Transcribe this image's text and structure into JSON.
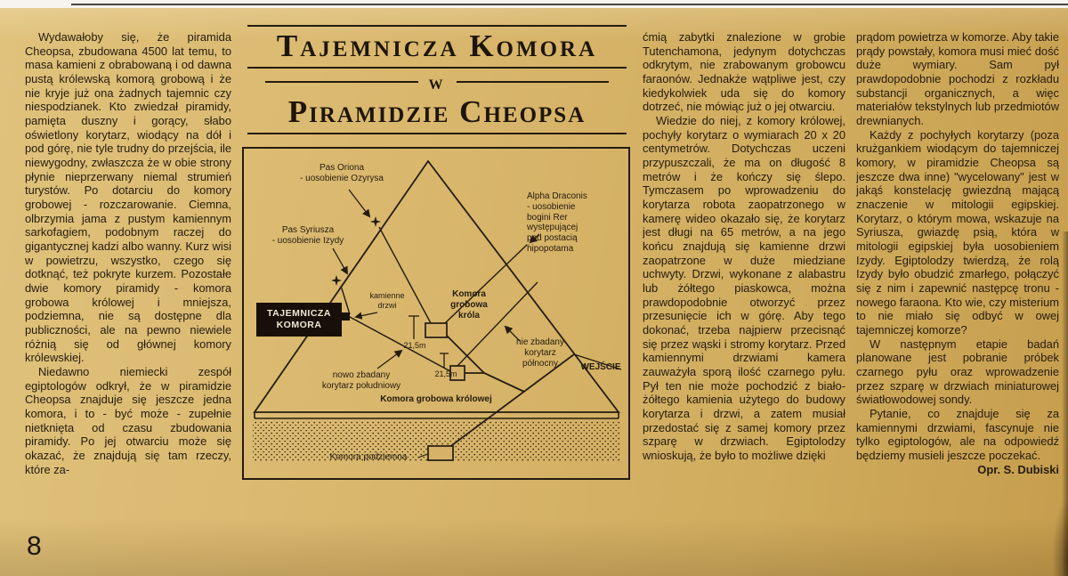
{
  "page": {
    "number": "8"
  },
  "title": {
    "line1": "Tajemnicza Komora",
    "line2": "w",
    "line3": "Piramidzie Cheopsa"
  },
  "article": {
    "col1": [
      "Wydawałoby się, że piramida Cheopsa, zbudowana 4500 lat temu, to masa kamieni z obrabowaną i od dawna pustą królewską komorą grobową i że nie kryje już ona żadnych tajemnic czy niespodzianek. Kto zwiedzał piramidy, pamięta duszny i gorący, słabo oświetlony korytarz, wiodący na dół i pod górę, nie tyle trudny do przejścia, ile niewygodny, zwłaszcza że w obie strony płynie nieprzerwany niemal strumień turystów. Po dotarciu do komory grobowej - rozczarowanie. Ciemna, olbrzymia jama z pustym kamiennym sarkofagiem, podobnym raczej do gigantycznej kadzi albo wanny. Kurz wisi w powietrzu, wszystko, czego się dotknąć, też pokryte kurzem. Pozostałe dwie komory piramidy - komora grobowa królowej i mniejsza, podziemna, nie są dostępne dla publiczności, ale na pewno niewiele różnią się od głównej komory królewskiej.",
      "Niedawno niemiecki zespół egiptologów odkrył, że w piramidzie Cheopsa znajduje się jeszcze jedna komora, i to - być może - zupełnie nietknięta od czasu zbudowania piramidy. Po jej otwarciu może się okazać, że znajdują się tam rzeczy, które za-"
    ],
    "col3": [
      "ćmią zabytki znalezione w grobie Tutenchamona, jedynym dotychczas odkrytym, nie zrabowanym grobowcu faraonów. Jednakże wątpliwe jest, czy kiedykolwiek uda się do komory dotrzeć, nie mówiąc już o jej otwarciu.",
      "Wiedzie do niej, z komory królowej, pochyły korytarz o wymiarach 20 x 20 centymetrów. Dotychczas uczeni przypuszczali, że ma on długość 8 metrów i że kończy się ślepo. Tymczasem po wprowadzeniu do korytarza robota zaopatrzonego w kamerę wideo okazało się, że korytarz jest długi na 65 metrów, a na jego końcu znajdują się kamienne drzwi zaopatrzone w duże miedziane uchwyty. Drzwi, wykonane z alabastru lub żółtego piaskowca, można prawdopodobnie otworzyć przez przesunięcie ich w górę. Aby tego dokonać, trzeba najpierw przecisnąć się przez wąski i stromy korytarz. Przed kamiennymi drzwiami kamera zauważyła sporą ilość czarnego pyłu. Pył ten nie może pochodzić z biało-żółtego kamienia użytego do budowy korytarza i drzwi, a zatem musiał przedostać się z samej komory przez szparę w drzwiach. Egiptolodzy wnioskują, że było to możliwe dzięki"
    ],
    "col4": [
      "prądom powietrza w komorze. Aby takie prądy powstały, komora musi mieć dość duże wymiary. Sam pył prawdopodobnie pochodzi z rozkładu substancji organicznych, a więc materiałów tekstylnych lub przedmiotów drewnianych.",
      "Każdy z pochyłych korytarzy (poza krużgankiem wiodącym do tajemniczej komory, w piramidzie Cheopsa są jeszcze dwa inne) \"wycelowany\" jest w jakąś konstelację gwiezdną mającą znaczenie w mitologii egipskiej. Korytarz, o którym mowa, wskazuje na Syriusza, gwiazdę psią, która w mitologii egipskiej była uosobieniem Izydy. Egiptolodzy twierdzą, że rolą Izydy było obudzić zmarłego, połączyć się z nim i zapewnić następcę tronu - nowego faraona. Kto wie, czy misterium to nie miało się odbyć w owej tajemniczej komorze?",
      "W następnym etapie badań planowane jest pobranie próbek czarnego pyłu oraz wprowadzenie przez szparę w drzwiach miniaturowej światłowodowej sondy.",
      "Pytanie, co znajduje się za kamiennymi drzwiami, fascynuje nie tylko egiptologów, ale na odpowiedź będziemy musieli jeszcze poczekać."
    ],
    "byline": "Opr. S. Dubiski"
  },
  "diagram": {
    "labels": {
      "pas_oriona": "Pas Oriona\n- uosobienie Ozyrysa",
      "pas_syriusza": "Pas Syriusza\n- uosobienie Izydy",
      "alpha_draconis": "Alpha Draconis\n- uosobienie\nbogini Rer\nwystępującej\npod postacią\nhipopotama",
      "mystery": "TAJEMNICZA\nKOMORA",
      "kamienne_drzwi": "kamienne\ndrzwi",
      "komora_krola": "Komora\ngrobowa\nkróla",
      "m1": "21,5m",
      "m2": "21,5m",
      "kor_polnocny": "nie zbadany\nkorytarz\npółnocny",
      "kor_poludniowy": "nowo zbadany\nkorytarz południowy",
      "komora_krolowej": "Komora grobowa królowej",
      "komora_podziemna": "Komora podziemna",
      "wejscie": "WEJŚCIE"
    },
    "colors": {
      "ink": "#241c10",
      "paper": "#d6b269",
      "box": "#17100a"
    }
  }
}
